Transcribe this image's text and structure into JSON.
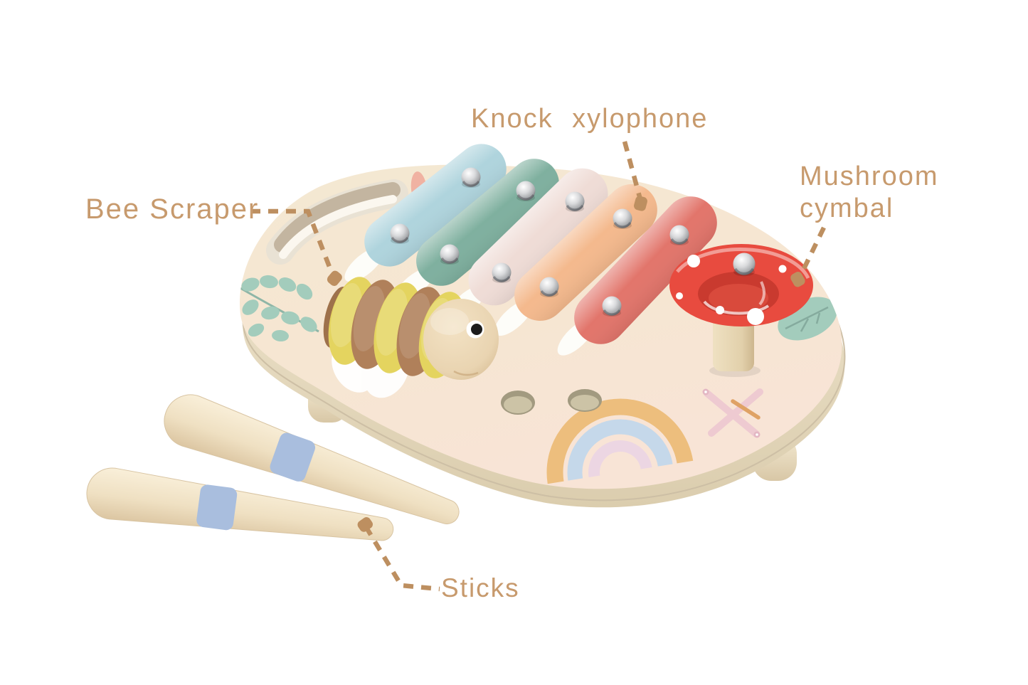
{
  "figure": {
    "background": "#ffffff",
    "label_color": "#c79a6d",
    "dash_color": "#bd8f60"
  },
  "labels": {
    "knock_xylophone": "Knock xylophone",
    "bee_scraper": "Bee Scraper",
    "mushroom_cymbal": "Mushroom cymbal",
    "sticks": "Sticks"
  },
  "toy": {
    "board": {
      "top": "#f4e7d1",
      "tint": "#f8e4d6",
      "side": "#eaddc2",
      "feet": "#eee2c6"
    },
    "xylophone_bars": [
      {
        "name": "bar-1",
        "color": "#afd4dd"
      },
      {
        "name": "bar-2",
        "color": "#7fb09f"
      },
      {
        "name": "bar-3",
        "color": "#efdcd6"
      },
      {
        "name": "bar-4",
        "color": "#f4b98d"
      },
      {
        "name": "bar-5",
        "color": "#e2756b"
      }
    ],
    "bee": {
      "yellow": "#e4d45f",
      "brown": "#b0805a",
      "head": "#eed9b8"
    },
    "mushroom": {
      "cap": "#e84b3f",
      "spots": "#ffffff",
      "stem": "#e8d6b6"
    },
    "sticks": {
      "wood": "#f2e4c6",
      "band": "#a9bede"
    },
    "prints": {
      "leaf": "#a3ccbc",
      "flower": "#f0b2a2",
      "teal_petal": "#7db1ab",
      "rainbow_orange": "#edbe7d",
      "rainbow_blue": "#c5d8ea",
      "rainbow_pink": "#ecd6e3",
      "dragonfly_wing": "#eecad1",
      "dragonfly_body": "#dfa265",
      "butterfly": "#ffffff"
    }
  }
}
